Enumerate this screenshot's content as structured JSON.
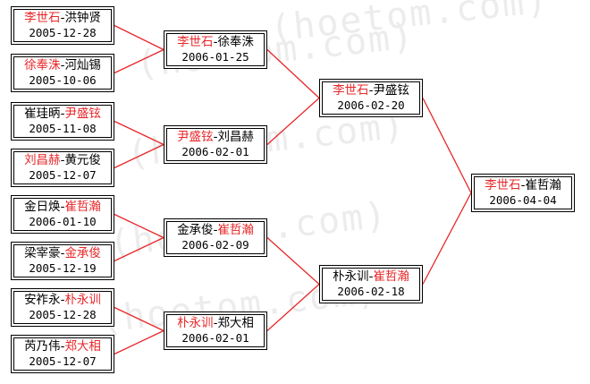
{
  "colors": {
    "winner": "#e8282a",
    "line": "#e8282a",
    "text": "#000000"
  },
  "watermark": [
    "(hoetom.com)",
    "(hoetom.com)",
    "(hoetom.com)",
    "(hoetom.com)",
    "(hoetom.com)"
  ],
  "bracket": {
    "round1": [
      {
        "p1": "李世石",
        "p2": "洪钟贤",
        "winner": 1,
        "date": "2005-12-28"
      },
      {
        "p1": "徐奉洙",
        "p2": "河灿锡",
        "winner": 1,
        "date": "2005-10-06"
      },
      {
        "p1": "崔珪昞",
        "p2": "尹盛铉",
        "winner": 2,
        "date": "2005-11-08"
      },
      {
        "p1": "刘昌赫",
        "p2": "黄元俊",
        "winner": 1,
        "date": "2005-12-07"
      },
      {
        "p1": "金日焕",
        "p2": "崔哲瀚",
        "winner": 2,
        "date": "2006-01-10"
      },
      {
        "p1": "梁宰豪",
        "p2": "金承俊",
        "winner": 2,
        "date": "2005-12-19"
      },
      {
        "p1": "安祚永",
        "p2": "朴永训",
        "winner": 2,
        "date": "2005-12-28"
      },
      {
        "p1": "芮乃伟",
        "p2": "郑大相",
        "winner": 2,
        "date": "2005-12-07"
      }
    ],
    "round2": [
      {
        "p1": "李世石",
        "p2": "徐奉洙",
        "winner": 1,
        "date": "2006-01-25"
      },
      {
        "p1": "尹盛铉",
        "p2": "刘昌赫",
        "winner": 1,
        "date": "2006-02-01"
      },
      {
        "p1": "金承俊",
        "p2": "崔哲瀚",
        "winner": 2,
        "date": "2006-02-09"
      },
      {
        "p1": "朴永训",
        "p2": "郑大相",
        "winner": 1,
        "date": "2006-02-01"
      }
    ],
    "round3": [
      {
        "p1": "李世石",
        "p2": "尹盛铉",
        "winner": 1,
        "date": "2006-02-20"
      },
      {
        "p1": "朴永训",
        "p2": "崔哲瀚",
        "winner": 2,
        "date": "2006-02-18"
      }
    ],
    "final": [
      {
        "p1": "李世石",
        "p2": "崔哲瀚",
        "winner": 1,
        "date": "2006-04-04"
      }
    ]
  }
}
